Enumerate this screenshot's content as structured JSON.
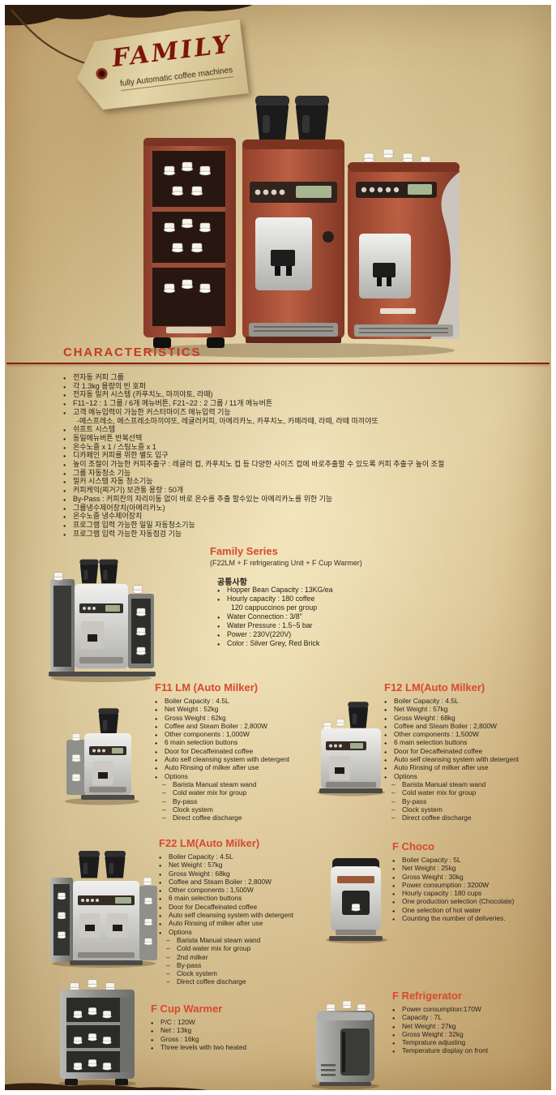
{
  "tag": {
    "brand": "FAMILY",
    "subtitle": "fully Automatic coffee machines"
  },
  "characteristics": {
    "heading": "CHARACTERISTICS",
    "items": [
      "전자동 커피 그룹",
      "각 1.3kg 용량의 빈 호퍼",
      "전자동 밀커 시스템 (카푸치노, 마끼야토, 라떼)",
      "F11~12 : 1 그룹 / 6개 메뉴버튼,  F21~22 : 2 그룹 / 11개 메뉴버튼",
      "고객 메뉴입력이 가능한 커스터마이즈 메뉴입력 기능",
      "-에스프레소, 에스프레소마끼야또, 레귤러커피, 아메리카노, 카푸치노, 카페라떼, 라떼, 라떼 마끼야또",
      "쉬프트 시스템",
      "동일메뉴버튼 반복선택",
      "온수노즐 x 1 / 스팀노즐 x 1",
      "디카페인 커피를 위한 별도 입구",
      "높이 조절이 가능한 커피추출구 : 레귤러 컵, 카푸치노 컵 등 다양한 사이즈 컵에 바로추출할 수 있도록 커피 추출구 높이 조절",
      "그룹 자동청소 기능",
      "밀커 시스템 자동 청소기능",
      "커피케익(찌거기) 보관통 용량 : 50개",
      "By-Pass : 커피잔의 자리이동 없이 바로 온수를 추출 할수있는 아메리카노를 위한 기능",
      "그룹냉수제어장치(아메리카노)",
      "온수노즐 냉수제어장치",
      "프로그램 입력 가능한 일일 자동청소기능",
      "프로그램 입력 가능한 자동점검 기능"
    ]
  },
  "family_series": {
    "title": "Family Series",
    "subtitle": "(F22LM + F refrigerating Unit + F Cup Warmer)",
    "common_heading": "공통사항",
    "specs": [
      "Hopper Bean Capacity : 13KG/ea",
      "Hourly capacity : 180 coffee",
      "120 cappuccinos per group",
      "Water Connection : 3/8\"",
      "Water Pressure : 1.5~5 bar",
      "Power : 230V(220V)",
      "Color : Silver Grey, Red Brick"
    ]
  },
  "products": [
    {
      "title": "F11 LM (Auto Milker)",
      "specs": [
        "Boiler Capacity : 4.5L",
        "Net Weight : 52kg",
        "Gross Weight : 62kg",
        "Coffee and Steam Boiler : 2,800W",
        "Other components : 1,000W",
        "6 main selection buttons",
        "Door for Decaffeinated coffee",
        "Auto self cleansing system with detergent",
        "Auto Rinsing of milker after use",
        "Options"
      ],
      "options": [
        "Barista Manual steam wand",
        "Cold water mix for group",
        "By-pass",
        "Clock system",
        "Direct coffee discharge"
      ]
    },
    {
      "title": "F12 LM(Auto Milker)",
      "specs": [
        "Boiler Capacity : 4.5L",
        "Net Weight : 57kg",
        "Gross Weight : 68kg",
        "Coffee and Steam Boiler : 2,800W",
        "Other components : 1,500W",
        "6 main selection buttons",
        "Door for Decaffeinated coffee",
        "Auto self cleansing system with detergent",
        "Auto Rinsing of milker after use",
        "Options"
      ],
      "options": [
        "Barista Manual steam wand",
        "Cold water mix for group",
        "By-pass",
        "Clock system",
        "Direct coffee discharge"
      ]
    },
    {
      "title": "F22 LM(Auto Milker)",
      "specs": [
        "Boiler Capacity : 4.5L",
        "Net Weight : 57kg",
        "Gross Weight : 68kg",
        "Coffee and Steam Boiler : 2,800W",
        "Other components : 1,500W",
        "6 main selection buttons",
        "Door for Decaffeinated coffee",
        "Auto self cleansing system with detergent",
        "Auto Rinsing of milker after use",
        "Options"
      ],
      "options": [
        "Barista Manual steam wand",
        "Cold water mix for group",
        "2nd milker",
        "By-pass",
        "Clock system",
        "Direct coffee discharge"
      ]
    },
    {
      "title": "F Choco",
      "specs": [
        "Boiler Capacity : 5L",
        "Net Weight : 25kg",
        "Gross Weight : 30kg",
        "Power consumption : 3200W",
        "Hourly capacity : 180 cups",
        "One production selection (Chocolate)",
        "One selection of hot water",
        "Counting the number of deliveries."
      ],
      "options": []
    },
    {
      "title": "F Cup Warmer",
      "specs": [
        "P/C : 120W",
        "Net : 13kg",
        "Gross : 16kg",
        "Three levels with two heated"
      ],
      "options": []
    },
    {
      "title": "F Refrigerator",
      "specs": [
        "Power consumption:170W",
        "Capacity : 7L",
        "Net Weight : 27kg",
        "Gross Weight : 32kg",
        "Temprature adjusting",
        "Temperature display on front"
      ],
      "options": []
    }
  ],
  "colors": {
    "accent_red": "#c23b22",
    "product_title_red": "#d8492e",
    "rule_red": "#85200f",
    "machine_red_brick": "#a84a34",
    "parchment": "#e0c897"
  }
}
